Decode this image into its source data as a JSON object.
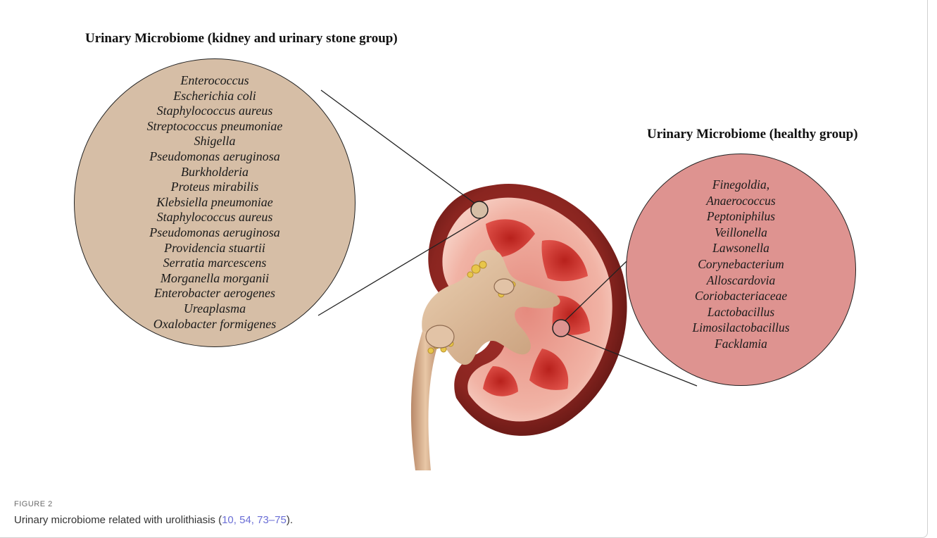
{
  "figure": {
    "label": "FIGURE 2",
    "caption_text": "Urinary microbiome related with urolithiasis (",
    "caption_refs": "10, 54, 73–75",
    "caption_end": ")."
  },
  "stone_group": {
    "heading": "Urinary Microbiome (kidney and urinary stone group)",
    "species": [
      "Enterococcus",
      "Escherichia coli",
      "Staphylococcus aureus",
      "Streptococcus pneumoniae",
      "Shigella",
      "Pseudomonas aeruginosa",
      "Burkholderia",
      "Proteus mirabilis",
      "Klebsiella pneumoniae",
      "Staphylococcus aureus",
      "Pseudomonas aeruginosa",
      "Providencia stuartii",
      "Serratia marcescens",
      "Morganella morganii",
      "Enterobacter aerogenes",
      "Ureaplasma",
      "Oxalobacter formigenes"
    ],
    "color": "#d6bea6"
  },
  "healthy_group": {
    "heading": "Urinary Microbiome (healthy group)",
    "species": [
      "Finegoldia,",
      "Anaerococcus",
      "Peptoniphilus",
      "Veillonella",
      "Lawsonella",
      "Corynebacterium",
      "Alloscardovia",
      "Coriobacteriaceae",
      "Lactobacillus",
      "Limosilactobacillus",
      "Facklamia"
    ],
    "color": "#de9390"
  }
}
